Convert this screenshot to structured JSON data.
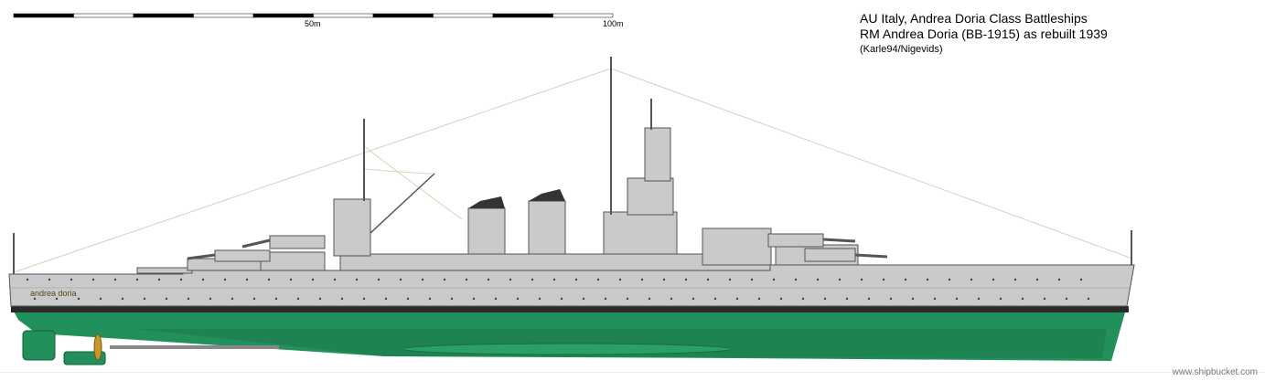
{
  "title_line1": "AU Italy, Andrea Doria Class Battleships",
  "title_line2": "RM Andrea Doria (BB-1915) as rebuilt 1939",
  "credit": "(Karle94/Nigevids)",
  "scale": {
    "label_mid": "50m",
    "label_end": "100m",
    "segments": 10
  },
  "hull_name": "andrea doria",
  "watermark": "www.shipbucket.com",
  "colors": {
    "hull_upper": "#c8cacc",
    "hull_lower": "#22905a",
    "boot_top": "#2a2a2a",
    "propeller": "#c8962a"
  }
}
